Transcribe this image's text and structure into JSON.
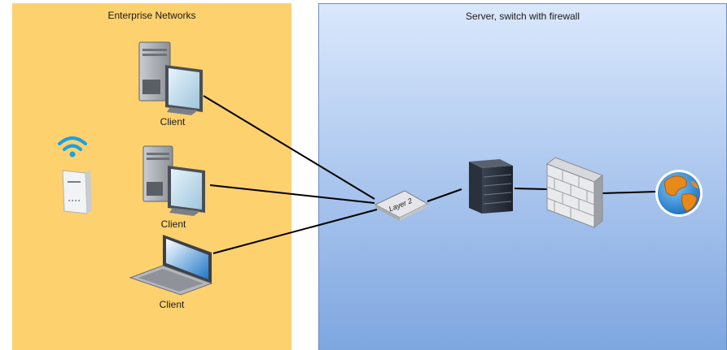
{
  "zones": {
    "enterprise": {
      "title": "Enterprise Networks"
    },
    "server": {
      "title": "Server, switch with firewall"
    }
  },
  "nodes": {
    "client1": {
      "label": "Client",
      "icon": "desktop-computer-icon"
    },
    "client2": {
      "label": "Client",
      "icon": "desktop-computer-icon"
    },
    "client3": {
      "label": "Client",
      "icon": "laptop-icon"
    },
    "wifi_router": {
      "icon": "wireless-router-icon"
    },
    "switch": {
      "label": "Layer 2",
      "icon": "layer2-switch-icon"
    },
    "server": {
      "icon": "server-rack-icon"
    },
    "firewall": {
      "icon": "firewall-icon"
    },
    "internet": {
      "icon": "globe-icon"
    }
  },
  "connections": [
    {
      "from": "client1",
      "to": "switch"
    },
    {
      "from": "client2",
      "to": "switch"
    },
    {
      "from": "client3",
      "to": "switch"
    },
    {
      "from": "switch",
      "to": "server"
    },
    {
      "from": "server",
      "to": "firewall"
    },
    {
      "from": "firewall",
      "to": "internet"
    }
  ],
  "colors": {
    "enterprise_fill": "#fdd16e",
    "server_fill_top": "#dae8fc",
    "server_fill_bottom": "#7ea6e0",
    "server_stroke": "#6c8ebf",
    "wifi": "#1ba1e2"
  }
}
